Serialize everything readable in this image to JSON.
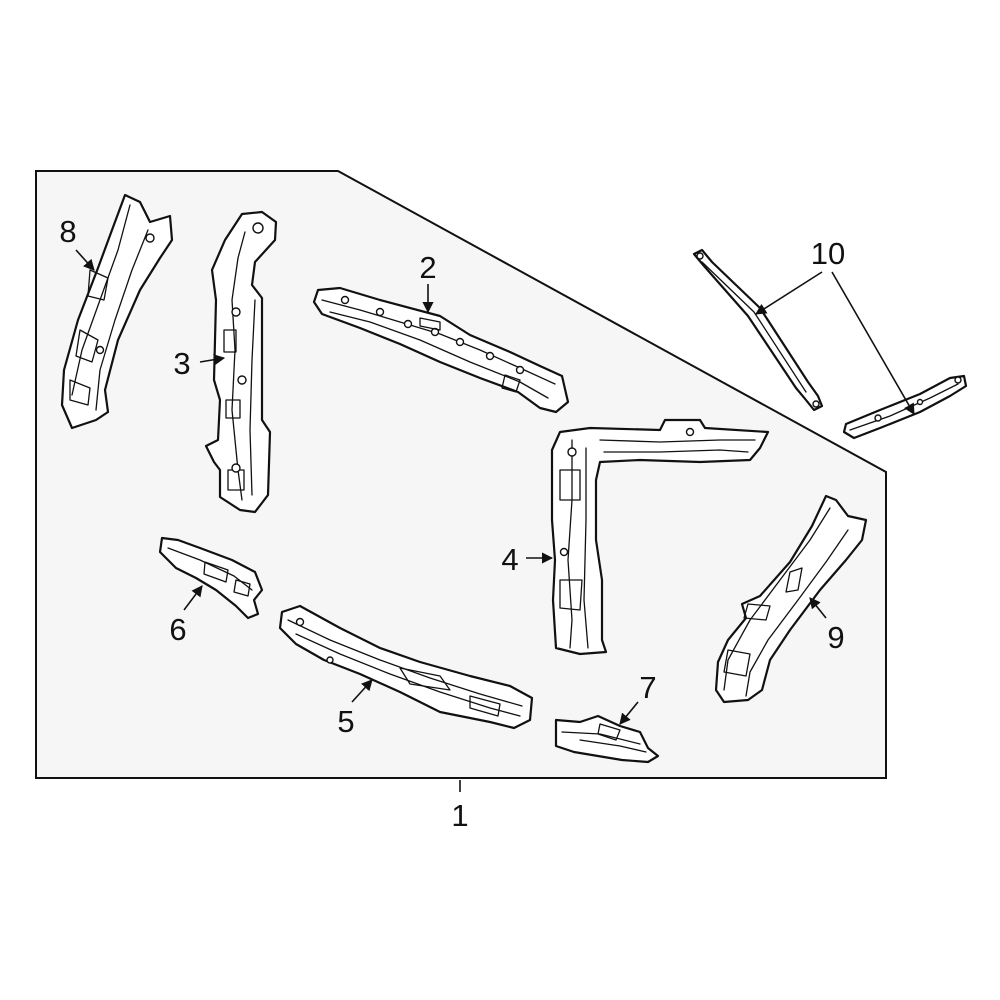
{
  "callouts": {
    "c1": "1",
    "c2": "2",
    "c3": "3",
    "c4": "4",
    "c5": "5",
    "c6": "6",
    "c7": "7",
    "c8": "8",
    "c9": "9",
    "c10": "10"
  },
  "colors": {
    "background": "#ffffff",
    "panel": "#f6f6f6",
    "line": "#111111"
  }
}
